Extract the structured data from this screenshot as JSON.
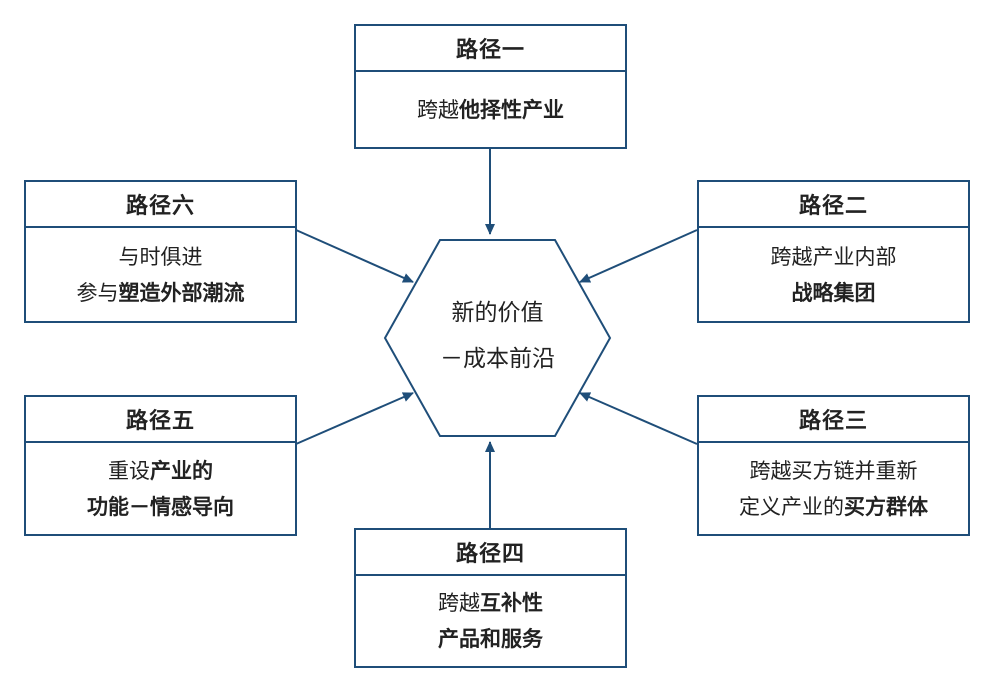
{
  "center": {
    "line1": "新的价值",
    "line2": "－成本前沿"
  },
  "paths": [
    {
      "title": "路径一",
      "line1_plain": "跨越",
      "line1_bold": "他择性产业",
      "line2_plain": "",
      "line2_bold": ""
    },
    {
      "title": "路径二",
      "line1_plain": "跨越产业内部",
      "line1_bold": "",
      "line2_plain": "",
      "line2_bold": "战略集团"
    },
    {
      "title": "路径三",
      "line1_plain": "跨越买方链并重新",
      "line1_bold": "",
      "line2_plain": "定义产业的",
      "line2_bold": "买方群体"
    },
    {
      "title": "路径四",
      "line1_plain": "跨越",
      "line1_bold": "互补性",
      "line2_plain": "",
      "line2_bold": "产品和服务"
    },
    {
      "title": "路径五",
      "line1_plain": "重设",
      "line1_bold": "产业的",
      "line2_plain": "",
      "line2_bold": "功能－情感导向"
    },
    {
      "title": "路径六",
      "line1_plain": "与时俱进",
      "line1_bold": "",
      "line2_plain": "参与",
      "line2_bold": "塑造外部潮流"
    }
  ]
}
